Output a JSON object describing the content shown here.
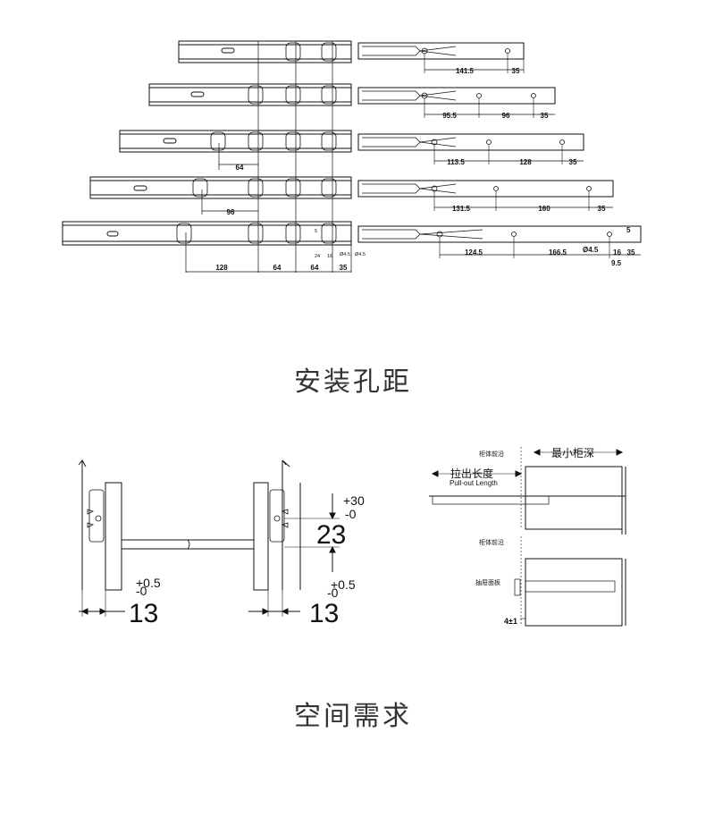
{
  "section1": {
    "title": "安装孔距",
    "rails": [
      {
        "dims_right": [
          "141.5",
          "35"
        ]
      },
      {
        "dims_right": [
          "95.5",
          "96",
          "35"
        ]
      },
      {
        "dims_left": [
          "64"
        ],
        "dims_right": [
          "113.5",
          "128",
          "35"
        ]
      },
      {
        "dims_left": [
          "96"
        ],
        "dims_right": [
          "131.5",
          "160",
          "35"
        ]
      },
      {
        "dims_left": [
          "128",
          "64",
          "64",
          "35"
        ],
        "dims_right": [
          "124.5",
          "166.5",
          "35"
        ]
      }
    ],
    "small_labels": {
      "five_left": "5",
      "five_right": "5",
      "dia_left": "Ø4.5",
      "dia_left2": "Ø4.5",
      "dia_right": "Ø4.5",
      "d24": "24",
      "d16": "16",
      "d16r": "16",
      "d95": "9.5"
    }
  },
  "section2": {
    "title": "空间需求",
    "left": {
      "tol_top_plus": "+30",
      "tol_top_minus": "-0",
      "gap_height": "23",
      "left_tol_plus": "+0.5",
      "left_tol_minus": "-0",
      "left_gap": "13",
      "right_tol_plus": "+0.5",
      "right_tol_minus": "-0",
      "right_gap": "13"
    },
    "right": {
      "cabinet_front_1": "柜体前沿",
      "min_depth": "最小柜深",
      "pull_out_cn": "拉出长度",
      "pull_out_en": "Pull-out Length",
      "cabinet_front_2": "柜体前沿",
      "drawer_panel": "抽屉面板",
      "offset": "4±1"
    }
  },
  "colors": {
    "line": "#111111",
    "background": "#ffffff",
    "title": "#333333"
  }
}
